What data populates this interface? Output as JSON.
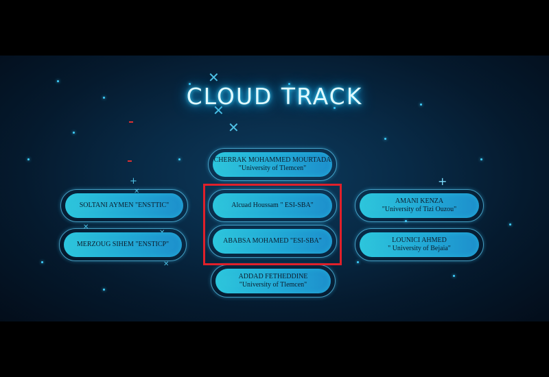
{
  "title": "CLOUD TRACK",
  "colors": {
    "accent": "#3fd0ff",
    "pill": "#22a9d6",
    "highlight": "#e0202a"
  },
  "members": {
    "top_center": {
      "name": "CHERRAK MOHAMMED MOURTADA",
      "affiliation": "\"University of Tlemcen\""
    },
    "left_1": {
      "name": "SOLTANI AYMEN \"ENSTTIC\""
    },
    "left_2": {
      "name": "MERZOUG SIHEM \"ENSTICP\""
    },
    "center_1": {
      "name": "Alcuad Houssam \" ESI-SBA\""
    },
    "center_2": {
      "name": "ABABSA MOHAMED \"ESI-SBA\""
    },
    "bottom_center": {
      "name": "ADDAD FETHEDDINE",
      "affiliation": "\"University of Tlemcen\""
    },
    "right_1": {
      "name": "AMANI KENZA",
      "affiliation": "\"University of Tizi Ouzou\""
    },
    "right_2": {
      "name": "LOUNICI AHMED",
      "affiliation": "\" University of Bejaia\""
    }
  }
}
